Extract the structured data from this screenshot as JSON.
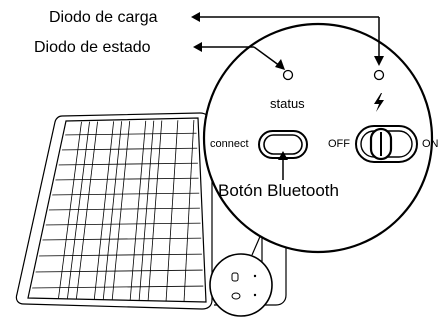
{
  "callouts": {
    "charge_led": "Diodo de carga",
    "status_led": "Diodo de estado",
    "bluetooth_button": "Botón Bluetooth"
  },
  "panel": {
    "status_label": "status",
    "connect_label": "connect",
    "off_label": "OFF",
    "on_label": "ON",
    "charge_icon": "lightning-bolt-icon"
  },
  "colors": {
    "line": "#000000",
    "background": "#ffffff"
  }
}
